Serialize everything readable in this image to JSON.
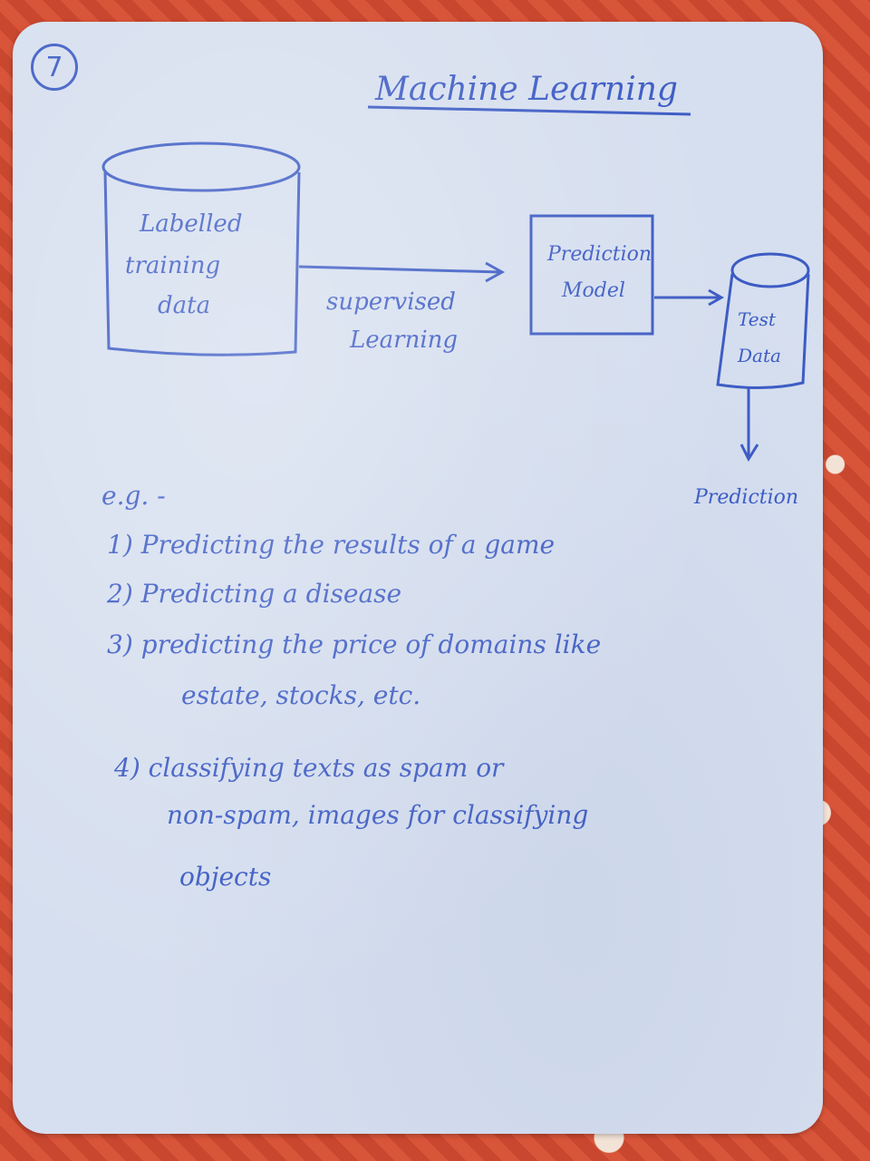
{
  "page_number": "7",
  "title": "Machine Learning",
  "diagram": {
    "training_box": [
      "Labelled",
      "training",
      "data"
    ],
    "arrow_label": [
      "supervised",
      "Learning"
    ],
    "model_box": [
      "Prediction",
      "Model"
    ],
    "test_box": [
      "Test",
      "Data"
    ],
    "output_label": "Prediction"
  },
  "examples": {
    "heading": "e.g. -",
    "items": [
      "1) Predicting the results of a game",
      "2) Predicting a disease",
      "3) predicting the price of domains like",
      "estate, stocks, etc.",
      "4) classifying texts as spam or",
      "non-spam, images for classifying",
      "objects"
    ]
  },
  "colors": {
    "ink": "#3c5bc4",
    "paper": "#d6dfef",
    "background": "#d9553a"
  }
}
